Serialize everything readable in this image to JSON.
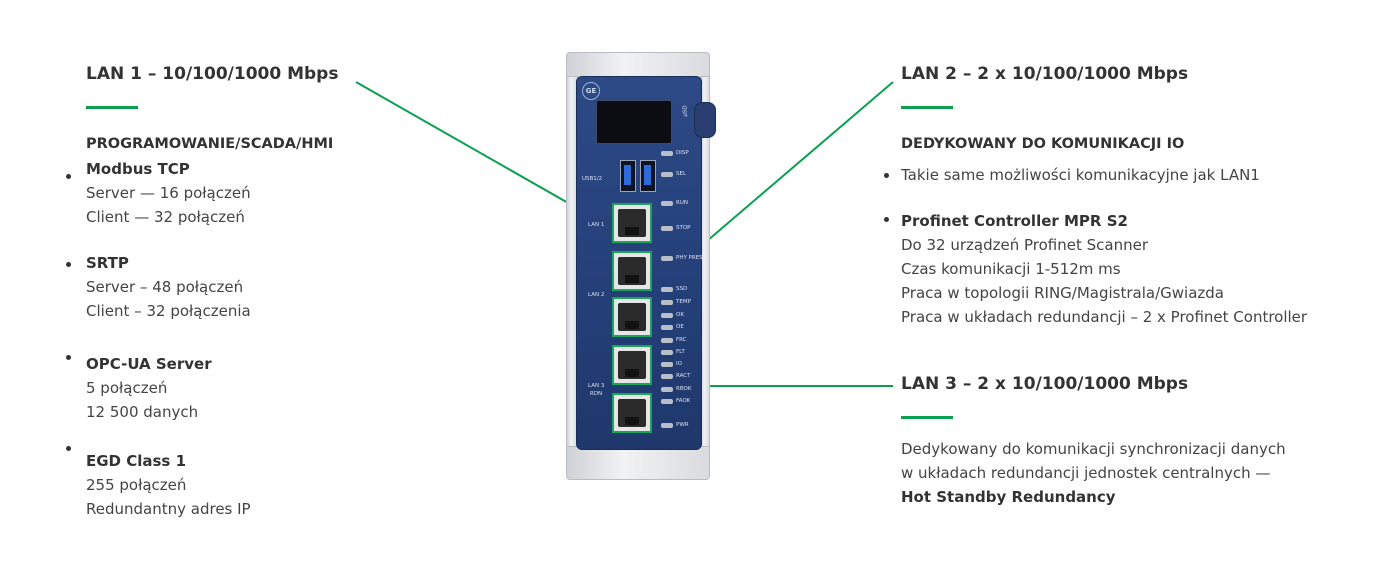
{
  "lan1": {
    "title": "LAN 1 – 10/100/1000 Mbps",
    "heading": "PROGRAMOWANIE/SCADA/HMI",
    "groups": [
      {
        "name": "Modbus TCP",
        "lines": [
          "Server — 16 połączeń",
          "Client — 32 połączeń"
        ]
      },
      {
        "name": "SRTP",
        "lines": [
          "Server – 48 połączeń",
          "Client – 32 połączenia"
        ]
      },
      {
        "name": "OPC-UA Server",
        "lines": [
          "5 połączeń",
          "12 500 danych"
        ]
      },
      {
        "name": "EGD Class 1",
        "lines": [
          "255 połączeń",
          "Redundantny adres IP"
        ]
      }
    ]
  },
  "lan2": {
    "title": "LAN 2 – 2 x 10/100/1000 Mbps",
    "heading": "DEDYKOWANY DO KOMUNIKACJI IO",
    "bullet1": "Takie same możliwości komunikacyjne jak LAN1",
    "profinet": {
      "name": "Profinet Controller MPR S2",
      "lines": [
        "Do 32 urządzeń Profinet Scanner",
        "Czas komunikacji 1-512m ms",
        "Praca w topologii RING/Magistrala/Gwiazda",
        "Praca w układach redundancji – 2 x Profinet Controller"
      ]
    }
  },
  "lan3": {
    "title": "LAN 3 – 2 x 10/100/1000 Mbps",
    "lines": [
      "Dedykowany do komunikacji synchronizacji danych",
      "w układach redundancji jednostek centralnych —"
    ],
    "bold": "Hot Standby Redundancy"
  },
  "device": {
    "logo": "GE",
    "usb_label": "USB1/2",
    "port_labels": {
      "lan1": "LAN 1",
      "lan2": "LAN 2",
      "lan3": "LAN 3",
      "rdn": "RDN"
    },
    "leds": [
      "DISP",
      "SEL",
      "RUN",
      "STOP",
      "PHY PRES",
      "SSD",
      "TEMP",
      "OK",
      "OE",
      "FRC",
      "FLT",
      "IO",
      "RACT",
      "RBOK",
      "FAOK",
      "PWR"
    ],
    "knob_label": "μSD"
  },
  "colors": {
    "accent": "#0aa050",
    "panel": "#243f78",
    "text": "#333333"
  }
}
